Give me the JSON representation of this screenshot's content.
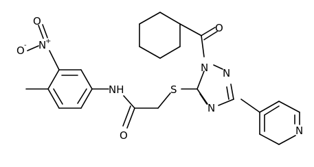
{
  "molecule": {
    "atom_labels": {
      "nitro_o_minus": "O",
      "nitro_charge_minus": "-",
      "nitro_n_plus": "N",
      "nitro_charge_plus": "+",
      "nitro_o": "O",
      "amide_nh": "NH",
      "amide_o": "O",
      "thioether_s": "S",
      "triazole_n1": "N",
      "triazole_n2": "N",
      "triazole_n4": "N",
      "ketone_o": "O",
      "pyridine_n": "N"
    }
  }
}
